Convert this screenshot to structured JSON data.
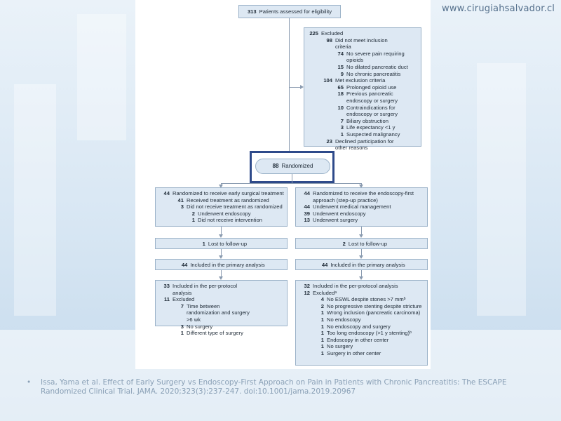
{
  "header": {
    "site_url": "www.cirugiahsalvador.cl"
  },
  "flow": {
    "assessed": {
      "n": "313",
      "label": "Patients assessed for eligibility"
    },
    "excluded": {
      "n": "225",
      "label": "Excluded",
      "items": [
        {
          "level": 1,
          "n": "98",
          "label": "Did not meet inclusion criteria"
        },
        {
          "level": 2,
          "n": "74",
          "label": "No severe pain requiring opioids"
        },
        {
          "level": 2,
          "n": "15",
          "label": "No dilated pancreatic duct"
        },
        {
          "level": 2,
          "n": "9",
          "label": "No chronic pancreatitis"
        },
        {
          "level": 1,
          "n": "104",
          "label": "Met exclusion criteria"
        },
        {
          "level": 2,
          "n": "65",
          "label": "Prolonged opioid use"
        },
        {
          "level": 2,
          "n": "18",
          "label": "Previous pancreatic endoscopy or surgery"
        },
        {
          "level": 2,
          "n": "10",
          "label": "Contraindications for endoscopy or surgery"
        },
        {
          "level": 2,
          "n": "7",
          "label": "Biliary obstruction"
        },
        {
          "level": 2,
          "n": "3",
          "label": "Life expectancy <1 y"
        },
        {
          "level": 2,
          "n": "1",
          "label": "Suspected malignancy"
        },
        {
          "level": 1,
          "n": "23",
          "label": "Declined participation for other reasons"
        }
      ]
    },
    "randomized": {
      "n": "88",
      "label": "Randomized"
    },
    "surgery_arm": {
      "allocation": [
        {
          "level": 0,
          "n": "44",
          "label": "Randomized to receive early surgical treatment"
        },
        {
          "level": 1,
          "n": "41",
          "label": "Received treatment as randomized"
        },
        {
          "level": 1,
          "n": "3",
          "label": "Did not receive treatment as randomized"
        },
        {
          "level": 2,
          "n": "2",
          "label": "Underwent endoscopy"
        },
        {
          "level": 2,
          "n": "1",
          "label": "Did not receive intervention"
        }
      ],
      "lost": {
        "n": "1",
        "label": "Lost to follow-up"
      },
      "primary": {
        "n": "44",
        "label": "Included in the primary analysis"
      },
      "per_protocol": [
        {
          "level": 0,
          "n": "33",
          "label": "Included in the per-protocol analysis"
        },
        {
          "level": 0,
          "n": "11",
          "label": "Excluded"
        },
        {
          "level": 1,
          "n": "7",
          "label": "Time between randomization and surgery >6 wk"
        },
        {
          "level": 1,
          "n": "3",
          "label": "No surgery"
        },
        {
          "level": 1,
          "n": "1",
          "label": "Different type of surgery"
        }
      ]
    },
    "endoscopy_arm": {
      "allocation": [
        {
          "level": 0,
          "n": "44",
          "label": "Randomized to receive the endoscopy-first approach (step-up practice)"
        },
        {
          "level": 0,
          "n": "44",
          "label": "Underwent medical management"
        },
        {
          "level": 0,
          "n": "39",
          "label": "Underwent endoscopy"
        },
        {
          "level": 0,
          "n": "13",
          "label": "Underwent surgery"
        }
      ],
      "lost": {
        "n": "2",
        "label": "Lost to follow-up"
      },
      "primary": {
        "n": "44",
        "label": "Included in the primary analysis"
      },
      "per_protocol": [
        {
          "level": 0,
          "n": "32",
          "label": "Included in the per-protocol analysis"
        },
        {
          "level": 0,
          "n": "12",
          "label": "Excludedᵃ"
        },
        {
          "level": 1,
          "n": "4",
          "label": "No ESWL despite stones >7 mmᵇ"
        },
        {
          "level": 1,
          "n": "2",
          "label": "No progressive stenting despite stricture"
        },
        {
          "level": 1,
          "n": "1",
          "label": "Wrong inclusion (pancreatic carcinoma)"
        },
        {
          "level": 1,
          "n": "1",
          "label": "No endoscopy"
        },
        {
          "level": 1,
          "n": "1",
          "label": "No endoscopy and surgery"
        },
        {
          "level": 1,
          "n": "1",
          "label": "Too long endoscopy (>1 y stenting)ᵇ"
        },
        {
          "level": 1,
          "n": "1",
          "label": "Endoscopy in other center"
        },
        {
          "level": 1,
          "n": "1",
          "label": "No surgery"
        },
        {
          "level": 1,
          "n": "1",
          "label": "Surgery in other center"
        }
      ]
    }
  },
  "citation": {
    "bullet": "•",
    "text": "Issa, Yama et al. Effect of Early Surgery vs Endoscopy-First Approach on Pain in Patients with Chronic Pancreatitis: The ESCAPE Randomized Clinical Trial. JAMA. 2020;323(3):237-247.   doi:10.1001/jama.2019.20967"
  },
  "colors": {
    "box_fill": "#dde8f3",
    "box_border": "#9bb2c8",
    "highlight_frame": "#2e4a8a",
    "citation_text": "#8aa0b6"
  }
}
